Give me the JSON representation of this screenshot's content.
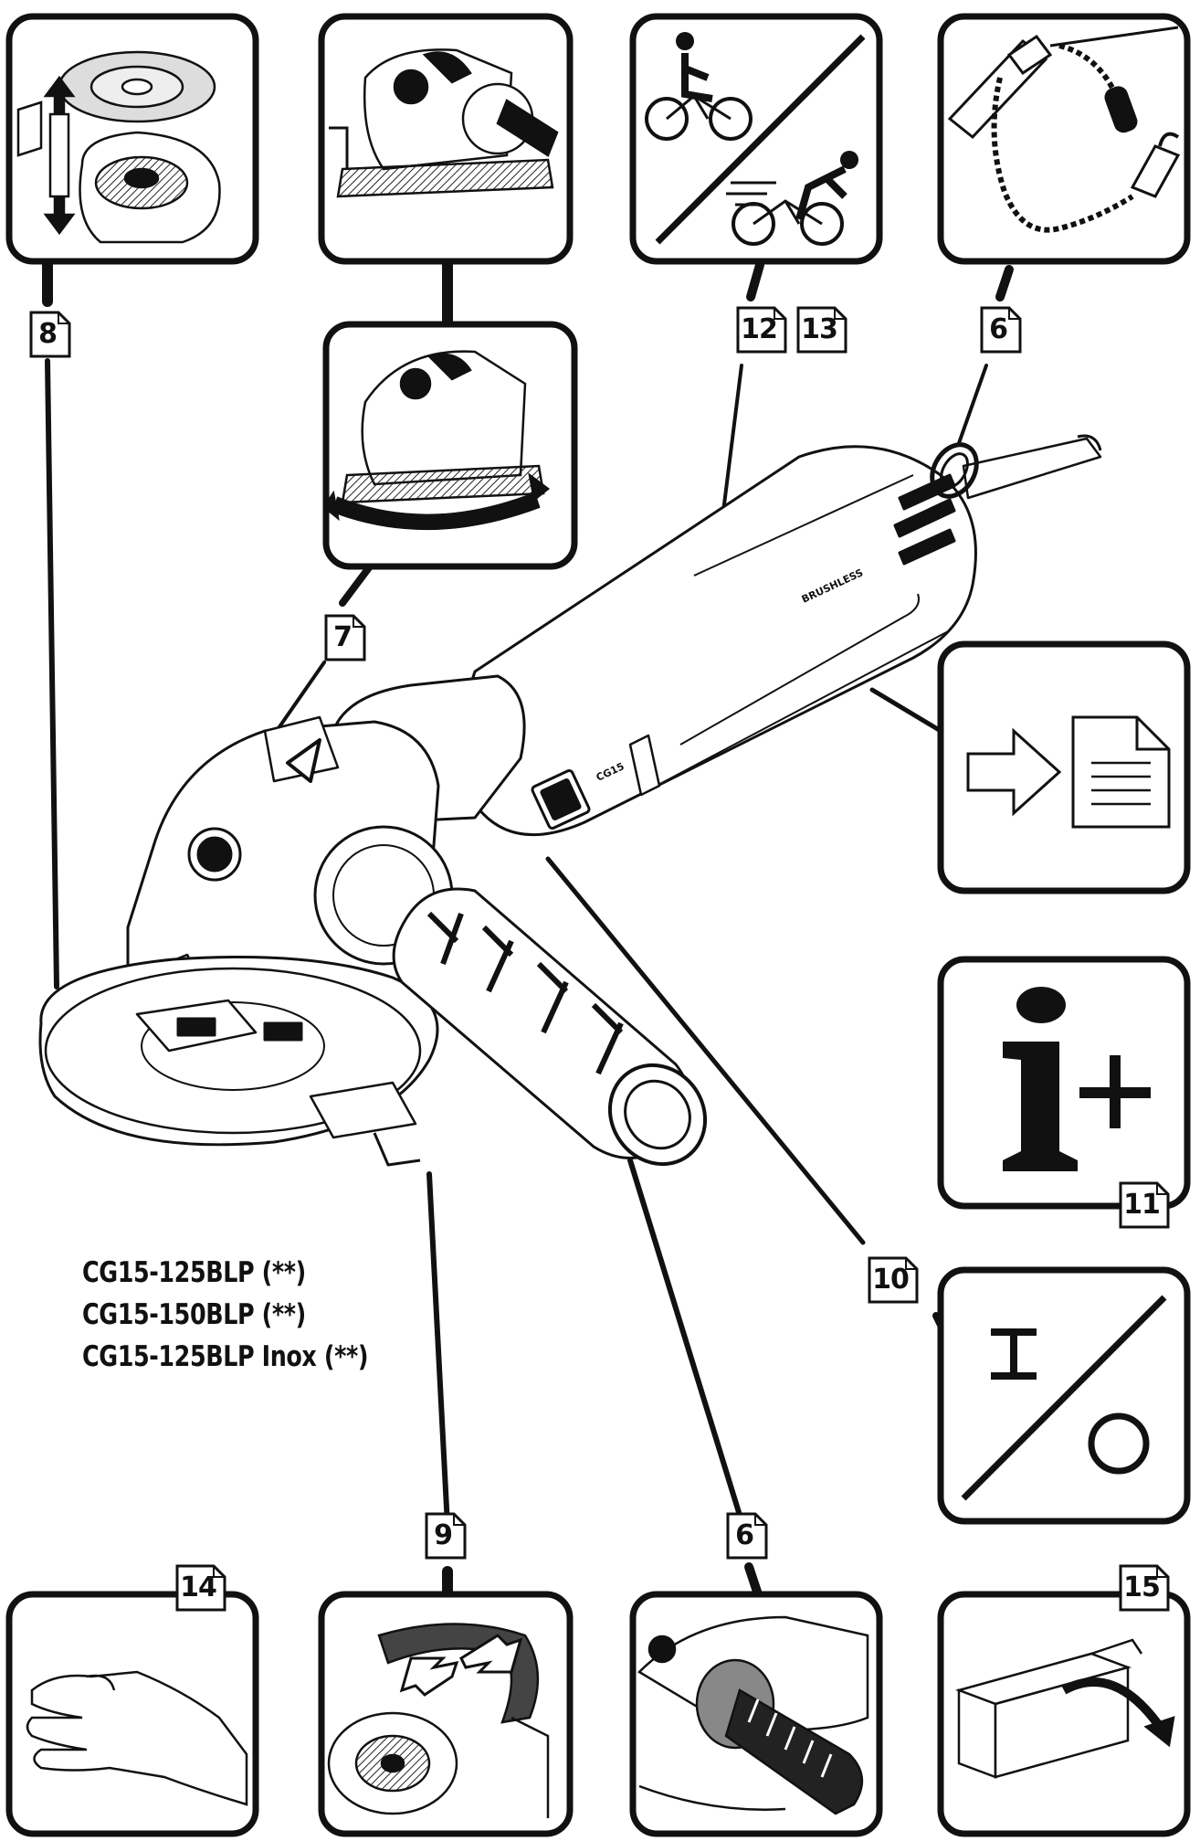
{
  "callouts": {
    "c8": "8",
    "c7": "7",
    "c12": "12",
    "c13": "13",
    "c6_top": "6",
    "c11": "11",
    "c10": "10",
    "c9": "9",
    "c6_bottom": "6",
    "c14": "14",
    "c15": "15"
  },
  "models": {
    "line1": "CG15-125BLP (**)",
    "line2": "CG15-150BLP (**)",
    "line3": "CG15-125BLP Inox (**)"
  },
  "tool_markings": {
    "body_label": "BRUSHLESS",
    "model_badge": "CG15"
  },
  "icons": {
    "panel_8": "wheel-mounting-icon",
    "panel_7": "guard-adjust-upper-icon",
    "panel_7b": "guard-rotation-icon",
    "panel_12_13": "speed-modes-cyclist-icon",
    "panel_6_top": "safety-lanyard-icon",
    "panel_doc": "read-manual-icon",
    "panel_11": "info-plus-icon",
    "panel_10": "on-off-switch-icon",
    "panel_14": "hand-arm-vibration-icon",
    "panel_9": "guard-change-icon",
    "panel_6_bottom": "side-handle-icon",
    "panel_15": "open-box-icon"
  }
}
